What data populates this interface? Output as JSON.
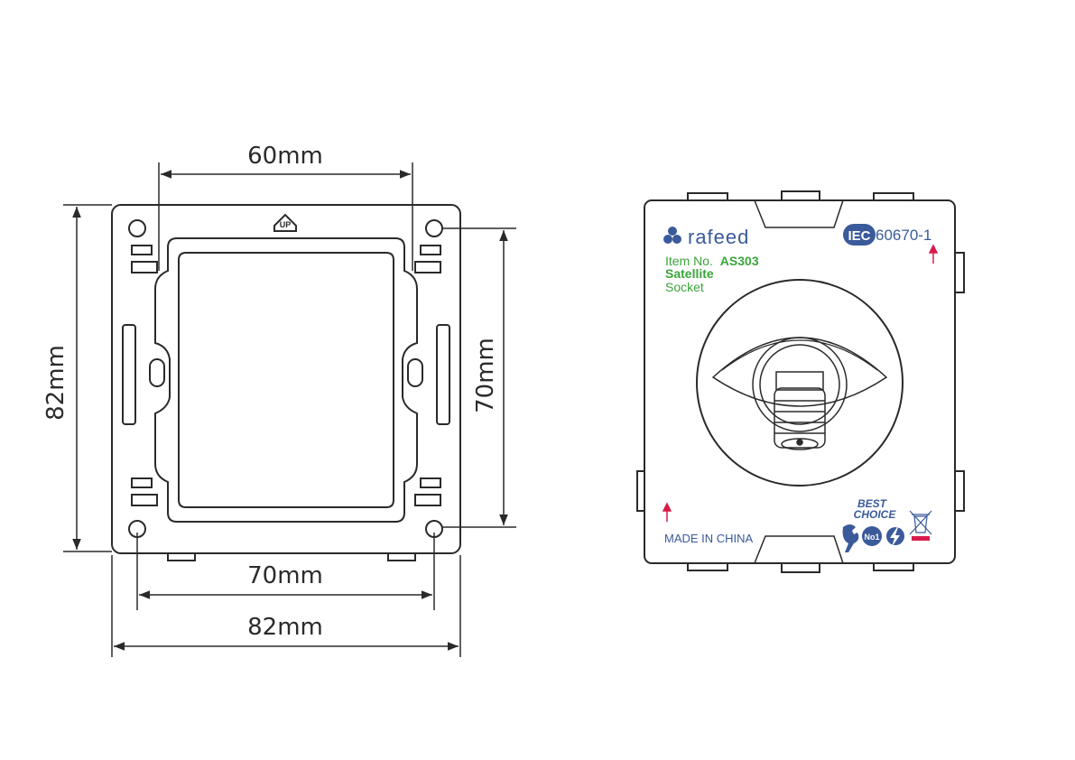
{
  "colors": {
    "line": "#2a2a2a",
    "brand_blue": "#3a5a9a",
    "green": "#3aa53a",
    "red": "#d81b4a"
  },
  "dimensions": {
    "top_width": "60mm",
    "left_height": "82mm",
    "right_height": "70mm",
    "bottom_inner": "70mm",
    "bottom_outer": "82mm"
  },
  "frame": {
    "up_mark": "UP"
  },
  "product": {
    "brand": "rafeed",
    "brand_icon": "trefoil-logo-icon",
    "item_prefix": "Item No.",
    "item_number": "AS303",
    "name_line1": "Satellite",
    "name_line2": "Socket",
    "iec_badge": "IEC",
    "iec_standard": "60670-1",
    "origin": "MADE IN CHINA",
    "best_line1": "BEST",
    "best_line2": "CHOICE",
    "no1_mark": "No1",
    "icons": [
      "up-arrow-icon",
      "coaxial-f-connector-icon",
      "wrench-icon",
      "no1-badge-icon",
      "lightning-icon",
      "weee-bin-icon"
    ]
  }
}
